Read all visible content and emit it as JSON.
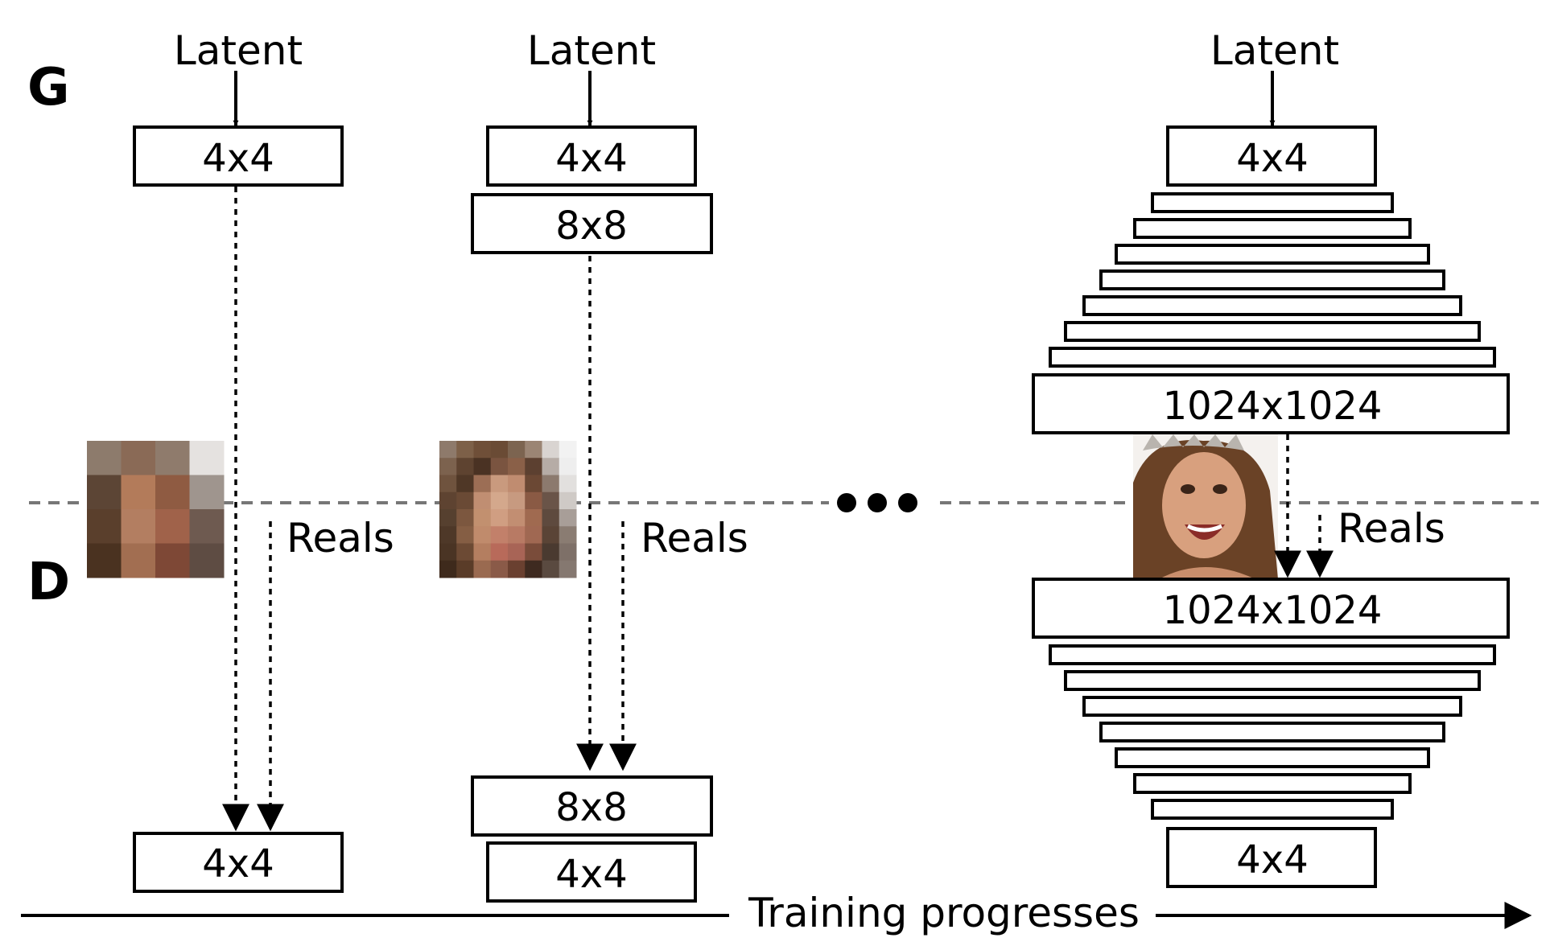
{
  "labels": {
    "generator": "G",
    "discriminator": "D",
    "latent": "Latent",
    "reals": "Reals",
    "training": "Training progresses",
    "size_4": "4x4",
    "size_8": "8x8",
    "size_1024": "1024x1024"
  },
  "colors": {
    "line": "#000000",
    "divider": "#777777"
  },
  "pixel_face_4x4": [
    [
      "#8d7b6c",
      "#8a6a56",
      "#8f7b6c",
      "#e5e2e0"
    ],
    [
      "#5c4535",
      "#b37b5a",
      "#8f5b42",
      "#9f958e"
    ],
    [
      "#5a3f2c",
      "#b37e61",
      "#a0624a",
      "#6e5a50"
    ],
    [
      "#4a3220",
      "#a26e51",
      "#7e4836",
      "#5e4c43"
    ]
  ],
  "pixel_face_8x8": [
    [
      "#8e7a6b",
      "#7d6048",
      "#6f4f38",
      "#6a4b35",
      "#7c6450",
      "#9b8574",
      "#d9d4d1",
      "#f2f2f2"
    ],
    [
      "#7c624e",
      "#5e4330",
      "#4a3223",
      "#7a5440",
      "#8a6048",
      "#5c4030",
      "#b6aca6",
      "#eeeeee"
    ],
    [
      "#6f533e",
      "#4f3726",
      "#9c6e55",
      "#c99a7e",
      "#c08c70",
      "#6b4834",
      "#8c7a6e",
      "#e2e0de"
    ],
    [
      "#5e4331",
      "#6a4a35",
      "#c08e72",
      "#d4a88c",
      "#c79a80",
      "#8a5a44",
      "#6a5448",
      "#cfcac6"
    ],
    [
      "#56402f",
      "#7c573f",
      "#c2906f",
      "#d09e82",
      "#c28e72",
      "#a06a50",
      "#5e4a3e",
      "#a89e98"
    ],
    [
      "#4e3828",
      "#855e44",
      "#c08b6c",
      "#c2806a",
      "#b87a64",
      "#a06852",
      "#5a4436",
      "#8a7c72"
    ],
    [
      "#4a3424",
      "#6c4a34",
      "#b47e60",
      "#b86a5a",
      "#a86456",
      "#7a4c3a",
      "#4a3a30",
      "#7e7068"
    ],
    [
      "#3e2a1c",
      "#5a3c28",
      "#9a6a50",
      "#8a5a48",
      "#6a4030",
      "#3e2a20",
      "#5a4a40",
      "#857870"
    ]
  ]
}
